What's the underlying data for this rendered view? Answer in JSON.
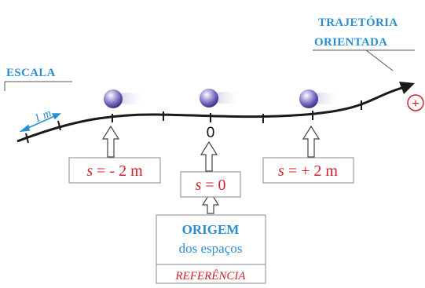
{
  "labels": {
    "trajectory_line1": "TRAJETÓRIA",
    "trajectory_line2": "ORIENTADA",
    "scale": "ESCALA",
    "scale_unit": "1 m",
    "zero": "0",
    "plus_sign": "+"
  },
  "positions": [
    {
      "s": "s",
      "rest": " = - 2 m"
    },
    {
      "s": "s",
      "rest": " = 0"
    },
    {
      "s": "s",
      "rest": " = + 2 m"
    }
  ],
  "origin_box": {
    "title": "ORIGEM",
    "subtitle": "dos espaços",
    "footer": "REFERÊNCIA"
  },
  "colors": {
    "red": "#d0202a",
    "blue": "#2a8fd0",
    "ball": "#6e5fb8"
  }
}
